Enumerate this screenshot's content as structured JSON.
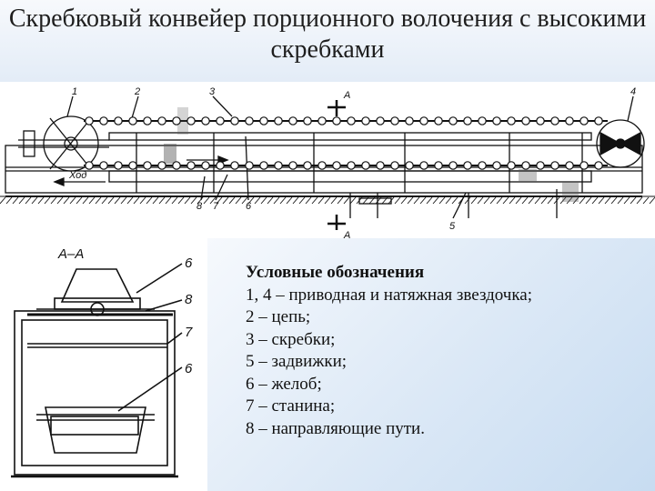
{
  "title": "Скребковый конвейер порционного волочения с высокими скребками",
  "side_view": {
    "callouts": [
      "1",
      "2",
      "3",
      "4",
      "5",
      "6",
      "7",
      "8"
    ],
    "section_mark": "А",
    "direction_label": "Ход"
  },
  "section_view": {
    "title": "А–А",
    "callouts": [
      "6",
      "8",
      "7",
      "6"
    ]
  },
  "legend": {
    "heading": "Условные обозначения",
    "items": [
      "1, 4 – приводная и натяжная звездочка;",
      "2 – цепь;",
      "3 – скребки;",
      "5 – задвижки;",
      "6 – желоб;",
      "7 – станина;",
      "8 – направляющие пути."
    ]
  }
}
